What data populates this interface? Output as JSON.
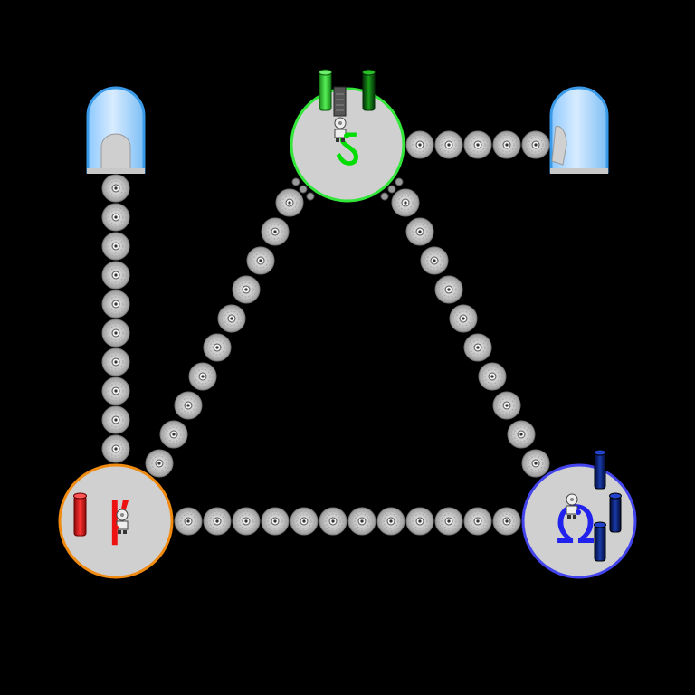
{
  "game": {
    "background": "#000000",
    "rocket_count": 2,
    "link_node_color": "#c8c8c8"
  },
  "hubs": [
    {
      "id": "green",
      "glyph": "ऽ",
      "ring": "#33e63a",
      "glyph_color": "#00dd00",
      "tube_color": "#33cc33"
    },
    {
      "id": "red",
      "glyph": "ľ",
      "ring": "#f08a10",
      "glyph_color": "#ee1111",
      "tube_color": "#dd1111"
    },
    {
      "id": "blue",
      "glyph": "Ω",
      "ring": "#4444ee",
      "glyph_color": "#2222ee",
      "tube_color": "#0a1a6a"
    }
  ],
  "capsules": [
    {
      "id": "capsule-left",
      "color": "#b8dcff"
    },
    {
      "id": "capsule-right",
      "color": "#b8dcff"
    }
  ]
}
